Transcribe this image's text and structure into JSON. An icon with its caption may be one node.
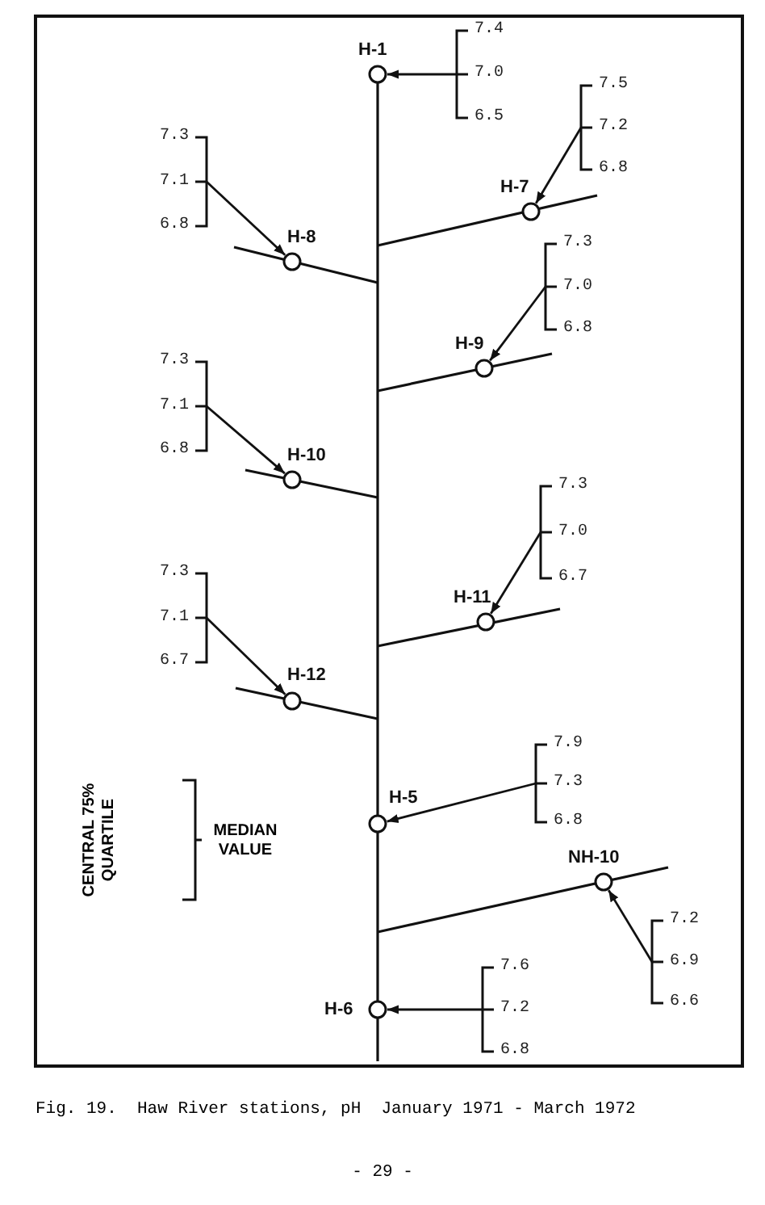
{
  "diagram": {
    "caption": "Fig. 19.  Haw River stations, pH  January 1971 - March 1972",
    "nodes": [
      {
        "text": [
          "H-1"
        ]
      },
      {
        "text": [
          "7.4",
          "7.0",
          "6.5"
        ]
      },
      {
        "text": [
          "7.5",
          "7.2",
          "6.8"
        ]
      },
      {
        "text": [
          "H-7"
        ]
      },
      {
        "text": [
          "7.3",
          "7.1",
          "6.8"
        ]
      },
      {
        "text": [
          "H-8"
        ]
      },
      {
        "text": [
          "7.3",
          "7.0",
          "6.8"
        ]
      },
      {
        "text": [
          "H-9"
        ]
      },
      {
        "text": [
          "7.3",
          "7.1",
          "6.8"
        ]
      },
      {
        "text": [
          "H-10"
        ]
      },
      {
        "text": [
          "7.3",
          "7.0",
          "6.7"
        ]
      },
      {
        "text": [
          "H-11"
        ]
      },
      {
        "text": [
          "7.3",
          "7.1",
          "6.7"
        ]
      },
      {
        "text": [
          "H-12"
        ]
      },
      {
        "text": [
          "7.9",
          "7.3",
          "6.8"
        ]
      },
      {
        "text": [
          "H-5"
        ]
      },
      {
        "text": [
          "NH-10"
        ]
      },
      {
        "text": [
          "7.2",
          "6.9",
          "6.6"
        ]
      },
      {
        "text": [
          "H-6"
        ]
      },
      {
        "text": [
          "7.6",
          "7.2",
          "6.8"
        ]
      }
    ],
    "edges": [
      {
        "from": 1,
        "to": 0,
        "arrow": "to"
      },
      {
        "from": 2,
        "to": 3,
        "arrow": "to"
      },
      {
        "from": 4,
        "to": 5,
        "arrow": "to"
      },
      {
        "from": 6,
        "to": 7,
        "arrow": "to"
      },
      {
        "from": 8,
        "to": 9,
        "arrow": "to"
      },
      {
        "from": 10,
        "to": 11,
        "arrow": "to"
      },
      {
        "from": 12,
        "to": 13,
        "arrow": "to"
      },
      {
        "from": 14,
        "to": 15,
        "arrow": "to"
      },
      {
        "from": 17,
        "to": 16,
        "arrow": "to"
      },
      {
        "from": 19,
        "to": 18,
        "arrow": "to"
      }
    ],
    "labels": [
      "- 29 -"
    ],
    "legend": [
      {
        "text": "CENTRAL 75% QUARTILE"
      },
      {
        "text": "MEDIAN VALUE"
      }
    ]
  }
}
